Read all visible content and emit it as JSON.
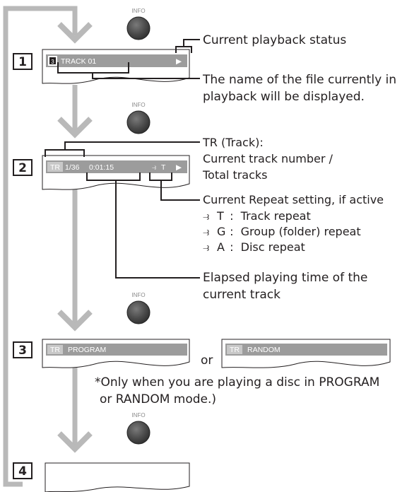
{
  "info_button_label": "INFO",
  "steps": [
    {
      "number": "1",
      "osd_icon": "disc-icon",
      "osd_text": "TRACK 01",
      "status_symbol": "▶"
    },
    {
      "number": "2",
      "osd_badge": "TR",
      "track": "1/36",
      "time": "0:01:15",
      "repeat_symbol": "⥽",
      "repeat_letter": "T",
      "status_symbol": "▶"
    },
    {
      "number": "3",
      "osd_left_badge": "TR",
      "osd_left_text": "PROGRAM",
      "or_label": "or",
      "osd_right_badge": "TR",
      "osd_right_text": "RANDOM"
    },
    {
      "number": "4"
    }
  ],
  "annotations": {
    "playback_status": "Current playback status",
    "file_name_line1": "The name of the file currently in",
    "file_name_line2": "playback will be displayed.",
    "tr_line1": "TR (Track):",
    "tr_line2": "Current track number /",
    "tr_line3": "Total tracks",
    "repeat_title": "Current Repeat setting, if active",
    "repeat_items": [
      {
        "symbol": "⥽",
        "letter": "T",
        "desc": " :  Track repeat"
      },
      {
        "symbol": "⥽",
        "letter": "G",
        "desc": " :  Group (folder) repeat"
      },
      {
        "symbol": "⥽",
        "letter": "A",
        "desc": " :  Disc repeat"
      }
    ],
    "elapsed_line1": "Elapsed playing time of the",
    "elapsed_line2": "current track",
    "note_line1": "*Only when you are playing a disc in PROGRAM",
    "note_line2": "or RANDOM mode.)"
  },
  "colors": {
    "arrow": "#b9b9b9",
    "osd_bar": "#9c9c9c",
    "badge": "#c8c8c8",
    "button": "#4a4a4a",
    "ink": "#231f20"
  }
}
